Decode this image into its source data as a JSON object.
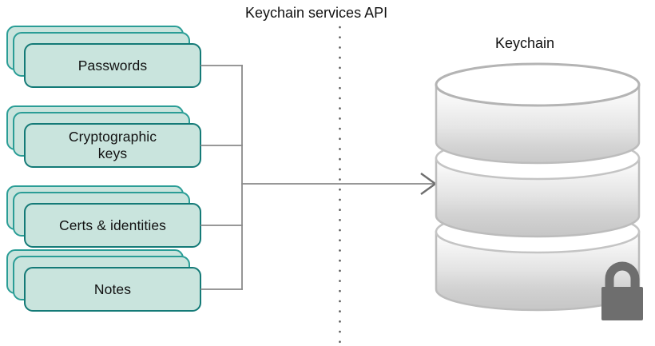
{
  "diagram": {
    "title_divider": "Keychain services API",
    "destination_label": "Keychain",
    "items": [
      {
        "label": "Passwords"
      },
      {
        "label": "Cryptographic\nkeys"
      },
      {
        "label": "Certs & identities"
      },
      {
        "label": "Notes"
      }
    ],
    "icons": {
      "lock": "lock-icon",
      "database": "database-cylinder-icon",
      "arrow": "arrow-right-icon",
      "divider": "vertical-dotted-divider"
    },
    "colors": {
      "card_fill": "#c9e4dd",
      "card_border": "#147a77",
      "card_border_back": "#2a9d96",
      "connector": "#8a8a8a",
      "cylinder_light": "#ffffff",
      "cylinder_mid": "#e8e8e8",
      "cylinder_dark": "#c8c8c8",
      "cylinder_stroke": "#b0b0b0",
      "lock": "#6e6e6e",
      "text": "#111111"
    }
  }
}
